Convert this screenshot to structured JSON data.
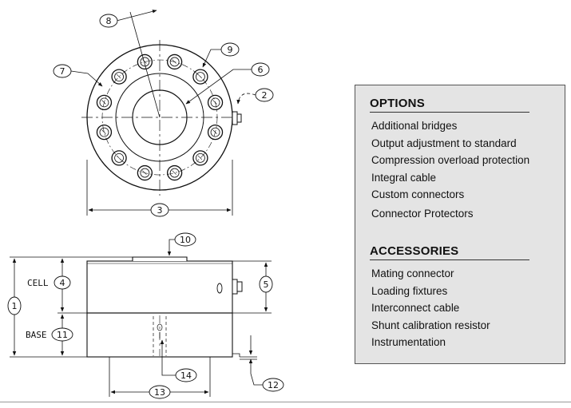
{
  "callouts": {
    "c1": "1",
    "c2": "2",
    "c3": "3",
    "c4": "4",
    "c5": "5",
    "c6": "6",
    "c7": "7",
    "c8": "8",
    "c9": "9",
    "c10": "10",
    "c11": "11",
    "c12": "12",
    "c13": "13",
    "c14": "14"
  },
  "side_labels": {
    "cell": "CELL",
    "base": "BASE"
  },
  "options": {
    "title": "OPTIONS",
    "items": [
      "Additional bridges",
      "Output adjustment to standard",
      "Compression overload protection",
      "Integral cable",
      "Custom connectors",
      "Connector Protectors"
    ]
  },
  "accessories": {
    "title": "ACCESSORIES",
    "items": [
      "Mating connector",
      "Loading fixtures",
      "Interconnect cable",
      "Shunt calibration resistor",
      "Instrumentation"
    ]
  }
}
